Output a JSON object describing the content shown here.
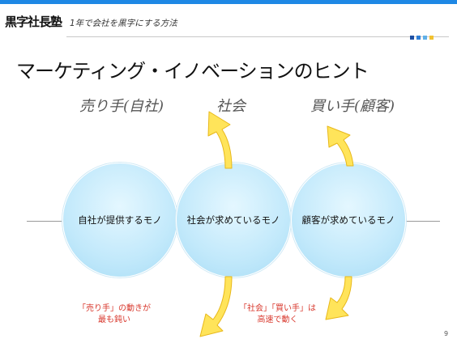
{
  "header": {
    "logo_text": "黒字社長塾",
    "subtitle": "1年で会社を黒字にする方法",
    "squares": [
      "#1e4fa3",
      "#2f7fd6",
      "#5fb0e8",
      "#f2c230"
    ]
  },
  "slide": {
    "title": "マーケティング・イノベーションのヒント",
    "columns": [
      "売り手(自社)",
      "社会",
      "買い手(顧客)"
    ],
    "circles": [
      "自社が提供するモノ",
      "社会が求めているモノ",
      "顧客が求めているモノ"
    ],
    "notes": [
      {
        "line1": "「売り手」の動きが",
        "line2": "最も鈍い"
      },
      {
        "line1": "「社会」「買い手」は",
        "line2": "高速で動く"
      }
    ],
    "page_number": "9"
  },
  "colors": {
    "arrow_fill": "#ffe45a",
    "arrow_stroke": "#e8b81a",
    "note_text": "#d8372c",
    "circle_fill": "#c2e9fb"
  }
}
